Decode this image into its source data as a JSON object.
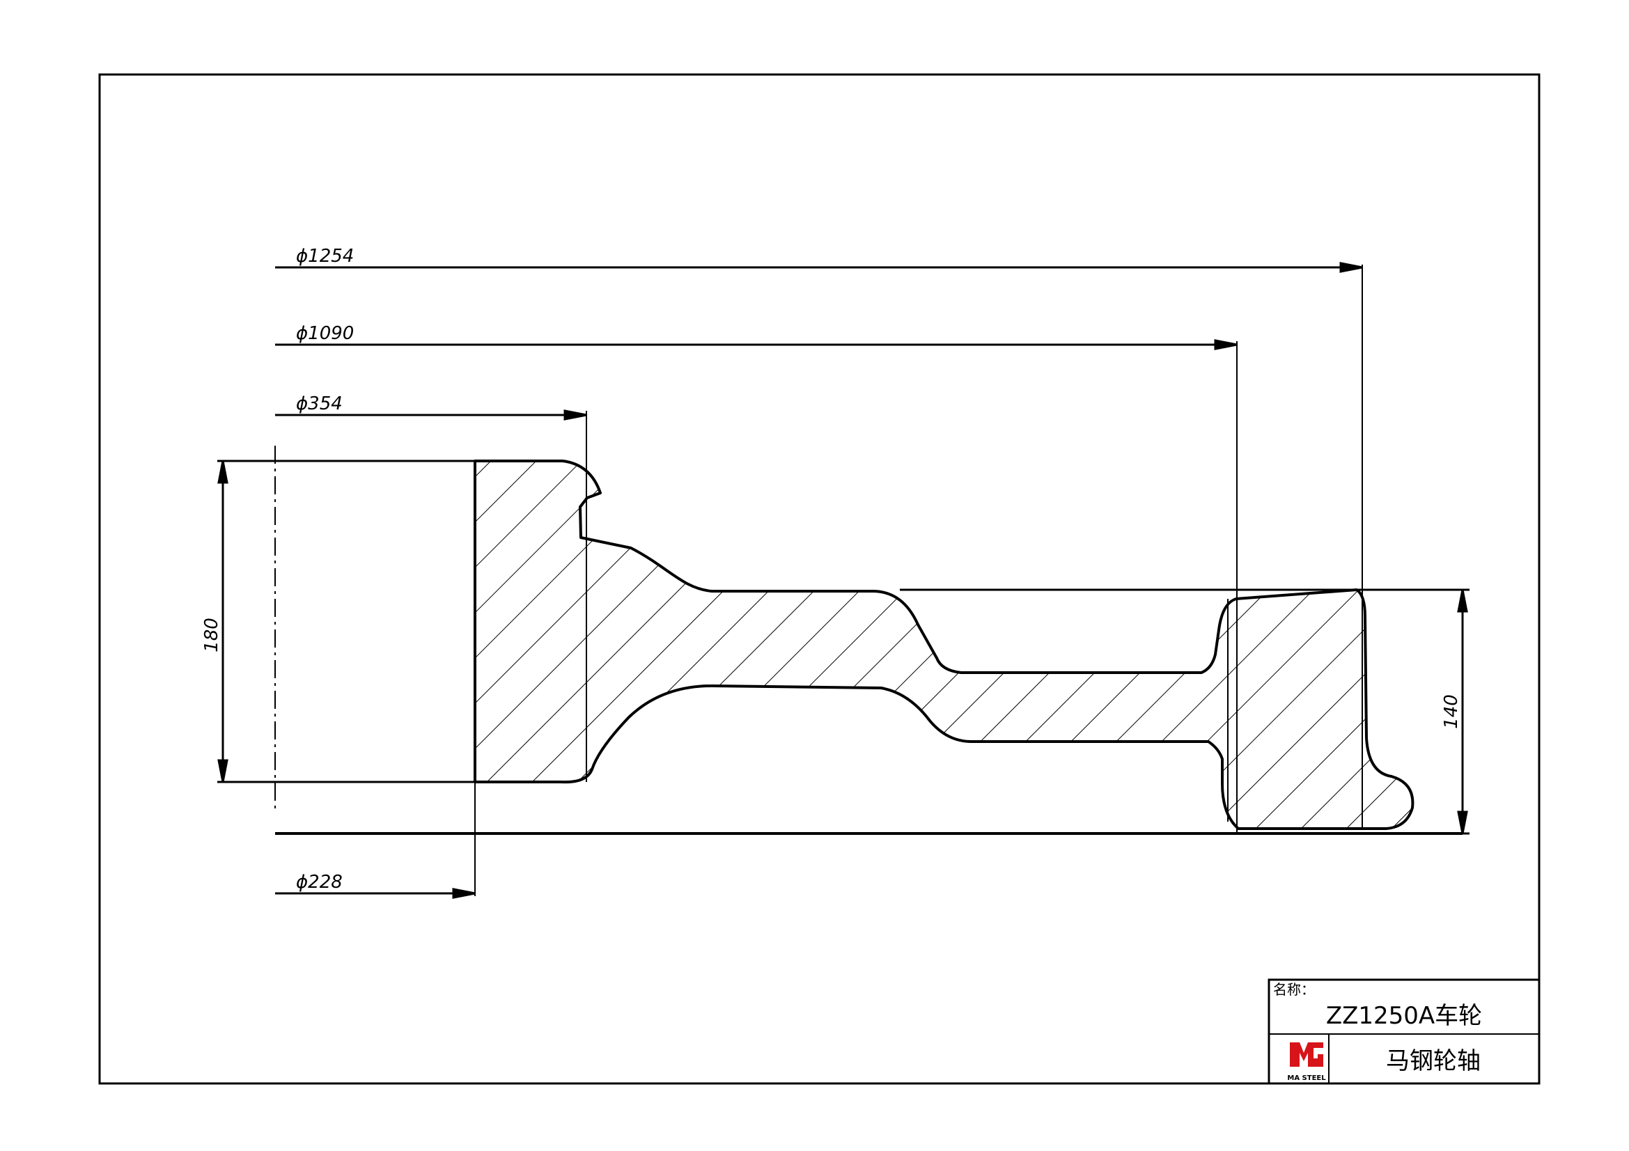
{
  "dimensions": {
    "d1254": "ϕ1254",
    "d1090": "ϕ1090",
    "d354": "ϕ354",
    "d228": "ϕ228",
    "h180": "180",
    "h140": "140"
  },
  "title_block": {
    "name_label": "名称：",
    "part_name": "ZZ1250A车轮",
    "company": "马钢轮轴",
    "logo_text": "MA STEEL",
    "logo_icon": "ma-steel-logo-icon"
  },
  "colors": {
    "line": "#000000",
    "paper": "#ffffff",
    "logo_red": "#d7141a"
  }
}
